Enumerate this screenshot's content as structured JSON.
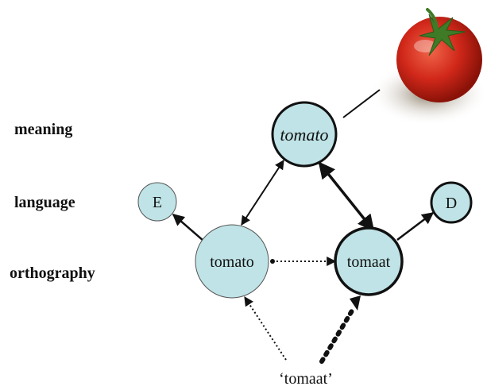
{
  "labels": {
    "meaning": "meaning",
    "language": "language",
    "orthography": "orthography"
  },
  "nodes": {
    "meaning": "tomato",
    "english_lang": "E",
    "dutch_lang": "D",
    "english_word": "tomato",
    "dutch_word": "tomaat"
  },
  "input": "‘tomaat’",
  "colors": {
    "node_fill": "#bfe3e6",
    "stroke": "#111111"
  },
  "picture": "tomato-image"
}
